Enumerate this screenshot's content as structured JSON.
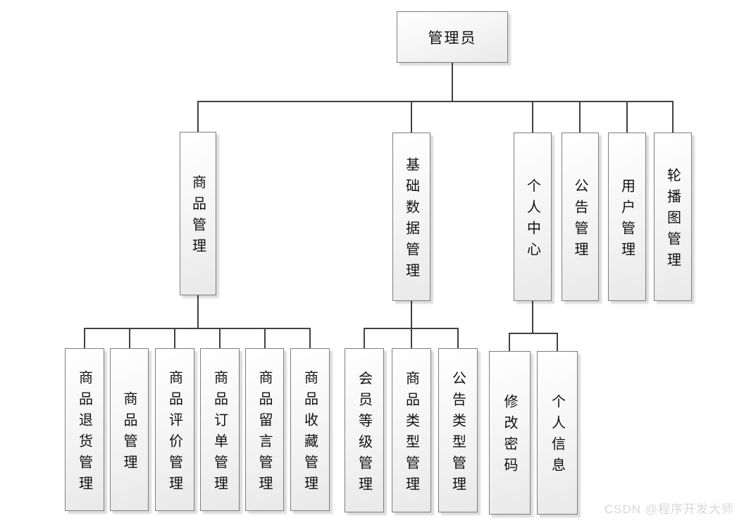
{
  "diagram": {
    "root": {
      "label": "管理员"
    },
    "branches": [
      {
        "label": "商品管理",
        "children": [
          "商品退货管理",
          "商品管理",
          "商品评价管理",
          "商品订单管理",
          "商品留言管理",
          "商品收藏管理"
        ]
      },
      {
        "label": "基础数据管理",
        "children": [
          "会员等级管理",
          "商品类型管理",
          "公告类型管理"
        ]
      },
      {
        "label": "个人中心",
        "children": [
          "修改密码",
          "个人信息"
        ]
      },
      {
        "label": "公告管理",
        "children": []
      },
      {
        "label": "用户管理",
        "children": []
      },
      {
        "label": "轮播图管理",
        "children": []
      }
    ]
  },
  "watermark": {
    "text": "CSDN @程序开发大师"
  },
  "colors": {
    "connector": "#404040",
    "box_border": "#7e7e7e",
    "box_fill_top": "#ffffff",
    "box_fill_bottom": "#e9e9ea",
    "text": "#111111",
    "watermark": "#d8d8d8"
  }
}
